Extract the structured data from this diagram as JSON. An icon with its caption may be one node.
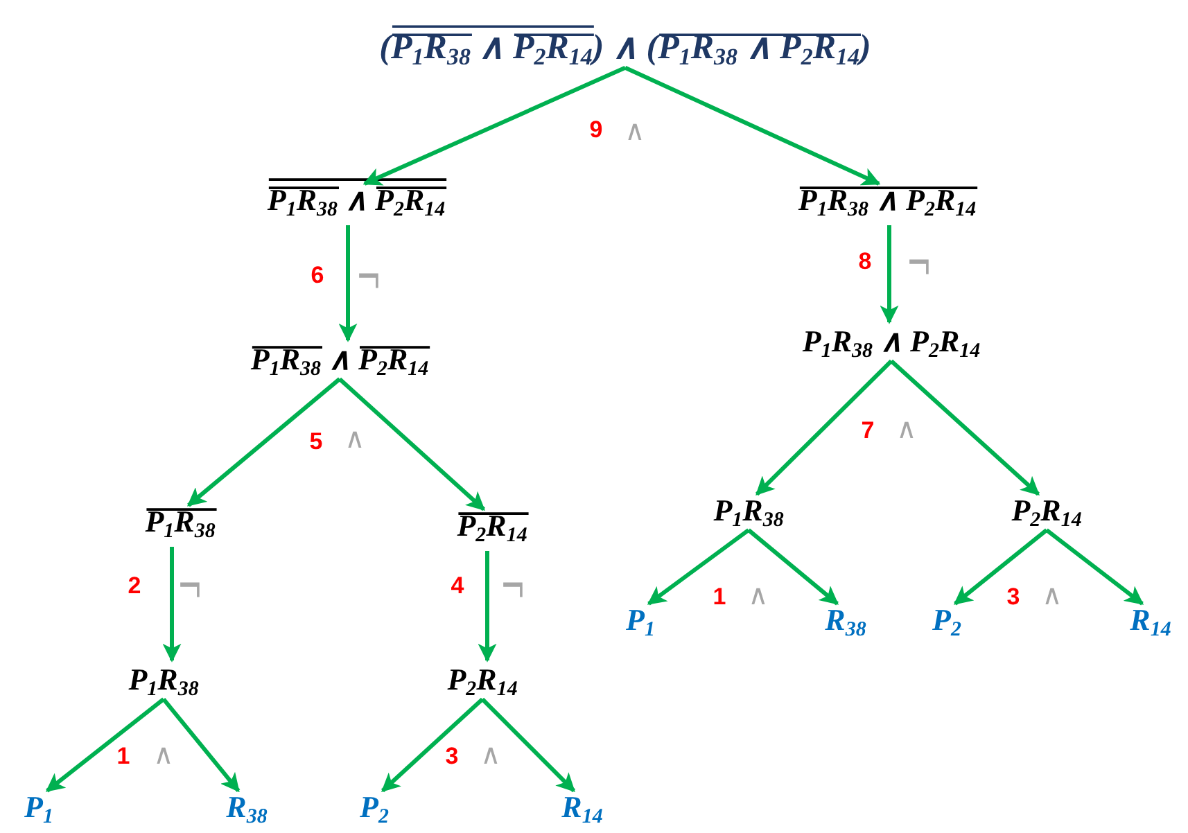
{
  "diagram": {
    "nodes": [
      {
        "text": [
          "(P$_{1}$R$_{38}$ ∧ P$_{2}$R$_{14}$) ∧ (P$_{1}$R$_{38}$ ∧ P$_{2}$R$_{14}$)"
        ]
      },
      {
        "text": [
          "P$_{1}$R$_{38}$ ∧ P$_{2}$R$_{14}$"
        ]
      },
      {
        "text": [
          "P$_{1}$R$_{38}$ ∧ P$_{2}$R$_{14}$"
        ]
      },
      {
        "text": [
          "P$_{1}$R$_{38}$ ∧ P$_{2}$R$_{14}$"
        ]
      },
      {
        "text": [
          "P$_{1}$R$_{38}$ ∧ P$_{2}$R$_{14}$"
        ]
      },
      {
        "text": [
          "P$_{1}$R$_{38}$"
        ]
      },
      {
        "text": [
          "P$_{2}$R$_{14}$"
        ]
      },
      {
        "text": [
          "P$_{1}$R$_{38}$"
        ]
      },
      {
        "text": [
          "P$_{2}$R$_{14}$"
        ]
      },
      {
        "text": [
          "P$_{1}$"
        ]
      },
      {
        "text": [
          "R$_{38}$"
        ]
      },
      {
        "text": [
          "P$_{2}$"
        ]
      },
      {
        "text": [
          "R$_{14}$"
        ]
      },
      {
        "text": [
          "P$_{1}$R$_{38}$"
        ]
      },
      {
        "text": [
          "P$_{2}$R$_{14}$"
        ]
      },
      {
        "text": [
          "P$_{1}$"
        ]
      },
      {
        "text": [
          "R$_{38}$"
        ]
      },
      {
        "text": [
          "P$_{2}$"
        ]
      },
      {
        "text": [
          "R$_{14}$"
        ]
      }
    ],
    "edges": [
      {
        "from": 0,
        "to": 1,
        "arrow": "to"
      },
      {
        "from": 0,
        "to": 2,
        "arrow": "to"
      },
      {
        "from": 1,
        "to": 3,
        "arrow": "to"
      },
      {
        "from": 2,
        "to": 4,
        "arrow": "to"
      },
      {
        "from": 3,
        "to": 5,
        "arrow": "to"
      },
      {
        "from": 3,
        "to": 6,
        "arrow": "to"
      },
      {
        "from": 4,
        "to": 7,
        "arrow": "to"
      },
      {
        "from": 4,
        "to": 8,
        "arrow": "to"
      },
      {
        "from": 5,
        "to": 13,
        "arrow": "to"
      },
      {
        "from": 6,
        "to": 14,
        "arrow": "to"
      },
      {
        "from": 7,
        "to": 9,
        "arrow": "to"
      },
      {
        "from": 7,
        "to": 10,
        "arrow": "to"
      },
      {
        "from": 8,
        "to": 11,
        "arrow": "to"
      },
      {
        "from": 8,
        "to": 12,
        "arrow": "to"
      },
      {
        "from": 13,
        "to": 15,
        "arrow": "to"
      },
      {
        "from": 13,
        "to": 16,
        "arrow": "to"
      },
      {
        "from": 14,
        "to": 17,
        "arrow": "to"
      },
      {
        "from": 14,
        "to": 18,
        "arrow": "to"
      }
    ],
    "labels": [
      "9",
      "∧",
      "8",
      "¬",
      "6",
      "¬",
      "7",
      "∧",
      "5",
      "∧",
      "2",
      "¬",
      "4",
      "¬",
      "1",
      "∧",
      "3",
      "∧",
      "1",
      "∧",
      "3",
      "∧"
    ]
  }
}
